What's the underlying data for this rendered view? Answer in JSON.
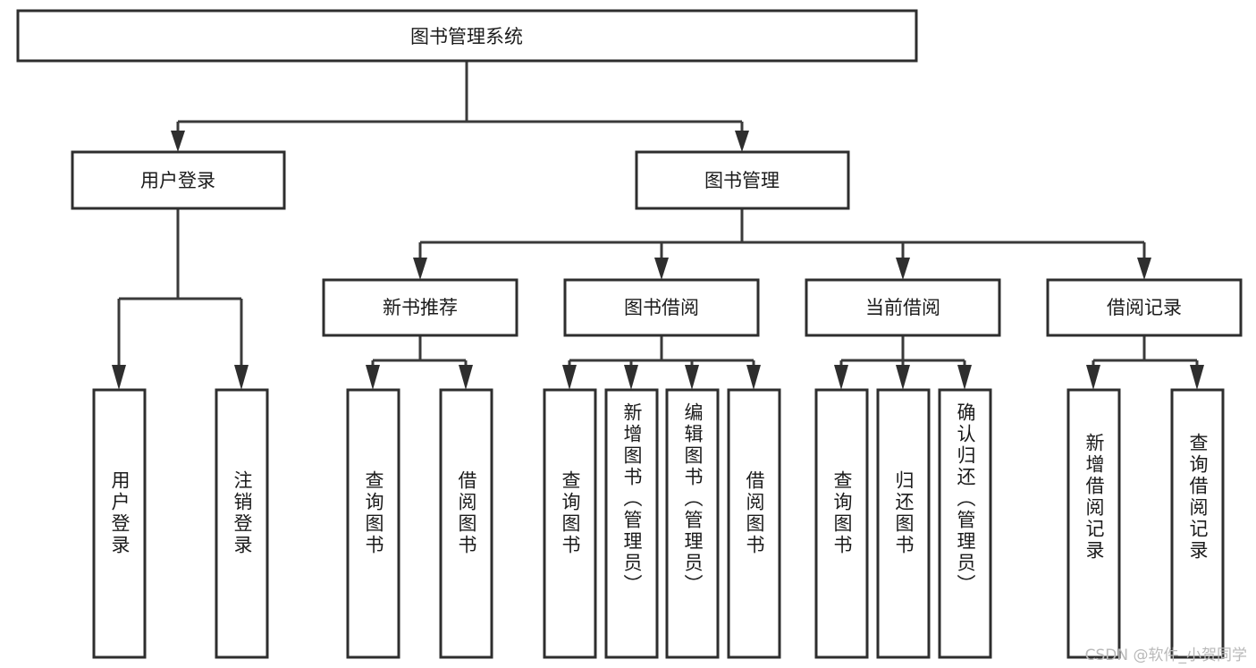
{
  "diagram": {
    "title": "图书管理系统",
    "type": "tree-hierarchy-chart",
    "watermark": "CSDN @软件_小贺同学",
    "root": {
      "id": "root",
      "label": "图书管理系统"
    },
    "level2": [
      {
        "id": "user-login",
        "label": "用户登录"
      },
      {
        "id": "book-manage",
        "label": "图书管理"
      }
    ],
    "level3": [
      {
        "id": "new-book-recommend",
        "label": "新书推荐",
        "parent": "book-manage"
      },
      {
        "id": "book-borrow",
        "label": "图书借阅",
        "parent": "book-manage"
      },
      {
        "id": "current-borrow",
        "label": "当前借阅",
        "parent": "book-manage"
      },
      {
        "id": "borrow-record",
        "label": "借阅记录",
        "parent": "book-manage"
      }
    ],
    "leaves": {
      "user_login": [
        {
          "id": "leaf-user-login",
          "label": "用户登录"
        },
        {
          "id": "leaf-user-logout",
          "label": "注销登录"
        }
      ],
      "new_book_recommend": [
        {
          "id": "leaf-query-book-1",
          "label": "查询图书"
        },
        {
          "id": "leaf-borrow-book-1",
          "label": "借阅图书"
        }
      ],
      "book_borrow": [
        {
          "id": "leaf-query-book-2",
          "label": "查询图书"
        },
        {
          "id": "leaf-add-book",
          "label": "新增图书（管理员）"
        },
        {
          "id": "leaf-edit-book",
          "label": "编辑图书（管理员）"
        },
        {
          "id": "leaf-borrow-book-2",
          "label": "借阅图书"
        }
      ],
      "current_borrow": [
        {
          "id": "leaf-query-book-3",
          "label": "查询图书"
        },
        {
          "id": "leaf-return-book",
          "label": "归还图书"
        },
        {
          "id": "leaf-confirm-return",
          "label": "确认归还（管理员）"
        }
      ],
      "borrow_record": [
        {
          "id": "leaf-add-record",
          "label": "新增借阅记录"
        },
        {
          "id": "leaf-query-record",
          "label": "查询借阅记录"
        }
      ]
    },
    "colors": {
      "background": "#ffffff",
      "box_fill": "#ffffff",
      "box_stroke": "#2e2e2e",
      "connector": "#3a3a3a",
      "text": "#1b1b1b",
      "watermark": "#b9b9b9"
    }
  }
}
